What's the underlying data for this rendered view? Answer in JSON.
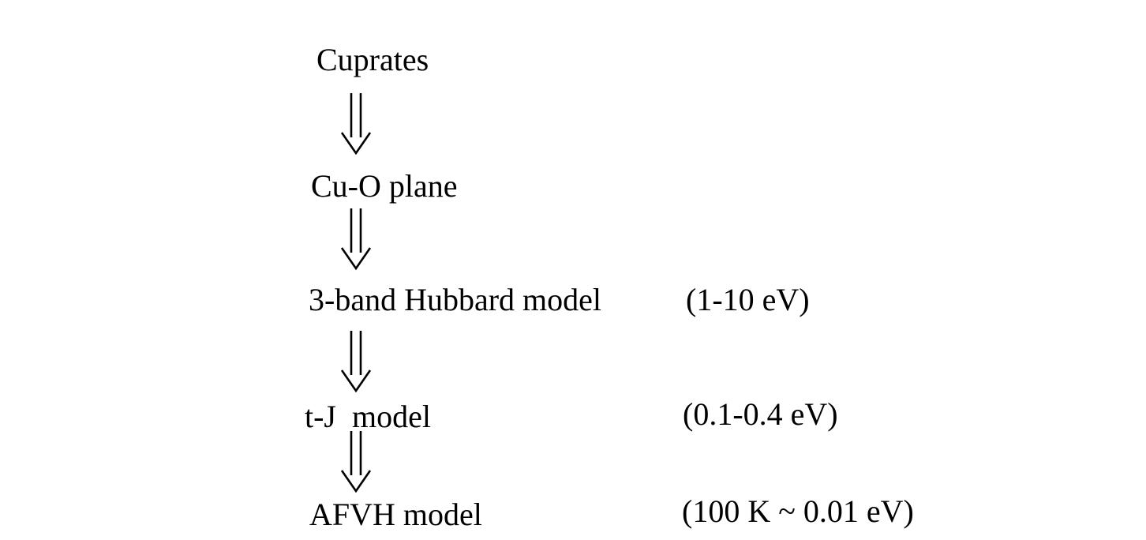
{
  "levels": [
    {
      "model": "Cuprates",
      "energy": ""
    },
    {
      "model": "Cu-O plane",
      "energy": ""
    },
    {
      "model": "3-band Hubbard model",
      "energy": "(1-10 eV)"
    },
    {
      "model": "t-J  model",
      "energy": "(0.1-0.4 eV)"
    },
    {
      "model": "AFVH model",
      "energy": "(100 K ~ 0.01 eV)"
    }
  ],
  "arrow_icon": "double-down-arrow-icon",
  "colors": {
    "text": "#000000",
    "background": "#ffffff"
  }
}
